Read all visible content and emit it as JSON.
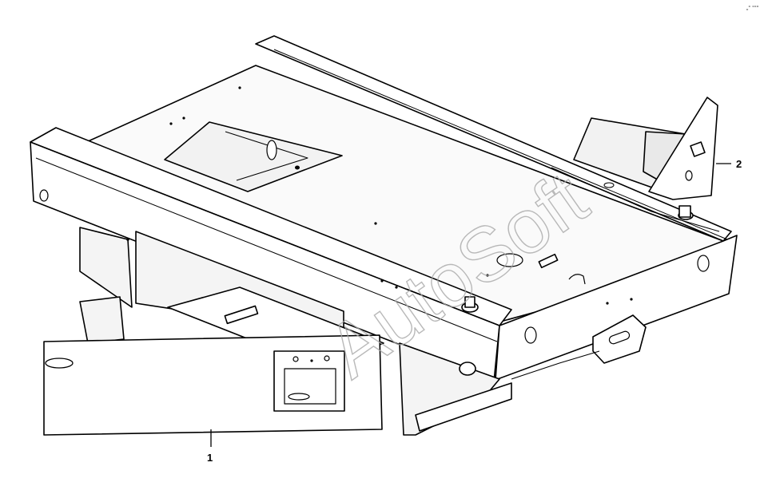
{
  "watermark": {
    "text": "AutoSoft"
  },
  "corner_mark": "„° °°°",
  "callouts": [
    {
      "id": "1",
      "label": "1",
      "part": "front-cover-panel"
    },
    {
      "id": "2",
      "label": "2",
      "part": "rear-bracket"
    }
  ],
  "colors": {
    "line": "#000000",
    "fill": "#ffffff",
    "shade": "#e9e9e9",
    "watermark": "#a8a8a8"
  }
}
